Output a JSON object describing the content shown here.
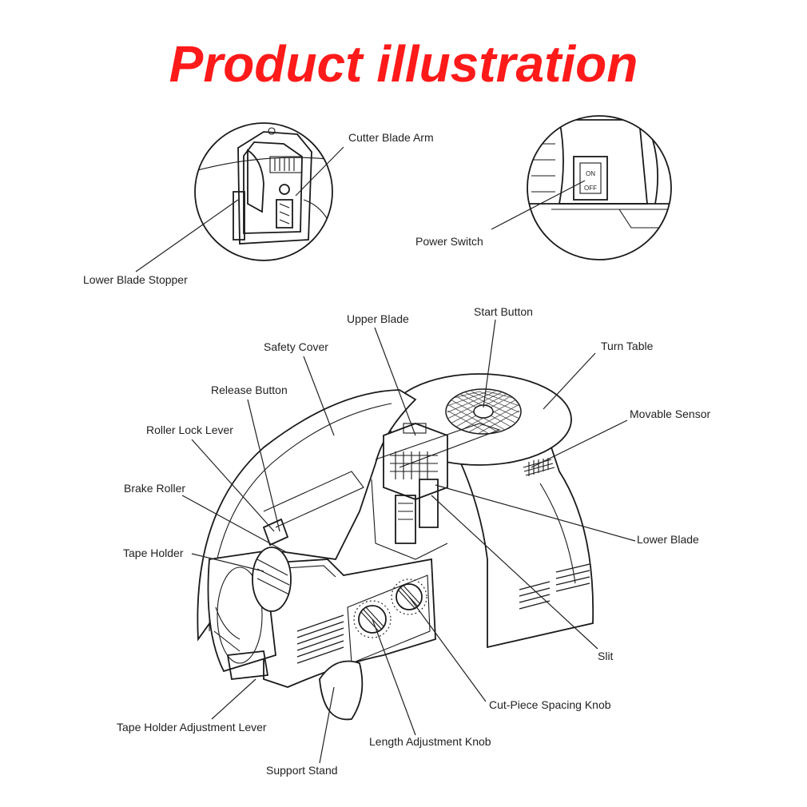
{
  "title": "Product illustration",
  "labels": {
    "cutter_blade_arm": "Cutter Blade Arm",
    "lower_blade_stopper": "Lower Blade Stopper",
    "power_switch": "Power Switch",
    "switch_on": "ON",
    "switch_off": "OFF",
    "upper_blade": "Upper Blade",
    "start_button": "Start Button",
    "turn_table": "Turn Table",
    "safety_cover": "Safety Cover",
    "release_button": "Release Button",
    "movable_sensor": "Movable Sensor",
    "roller_lock_lever": "Roller Lock Lever",
    "brake_roller": "Brake Roller",
    "lower_blade": "Lower Blade",
    "tape_holder": "Tape Holder",
    "slit": "Slit",
    "cut_piece_spacing_knob": "Cut-Piece Spacing Knob",
    "tape_holder_adjustment_lever": "Tape Holder Adjustment Lever",
    "length_adjustment_knob": "Length Adjustment Knob",
    "support_stand": "Support Stand"
  },
  "colors": {
    "title": "#ff1a1a",
    "lines": "#1a1a1a",
    "background": "#ffffff"
  }
}
